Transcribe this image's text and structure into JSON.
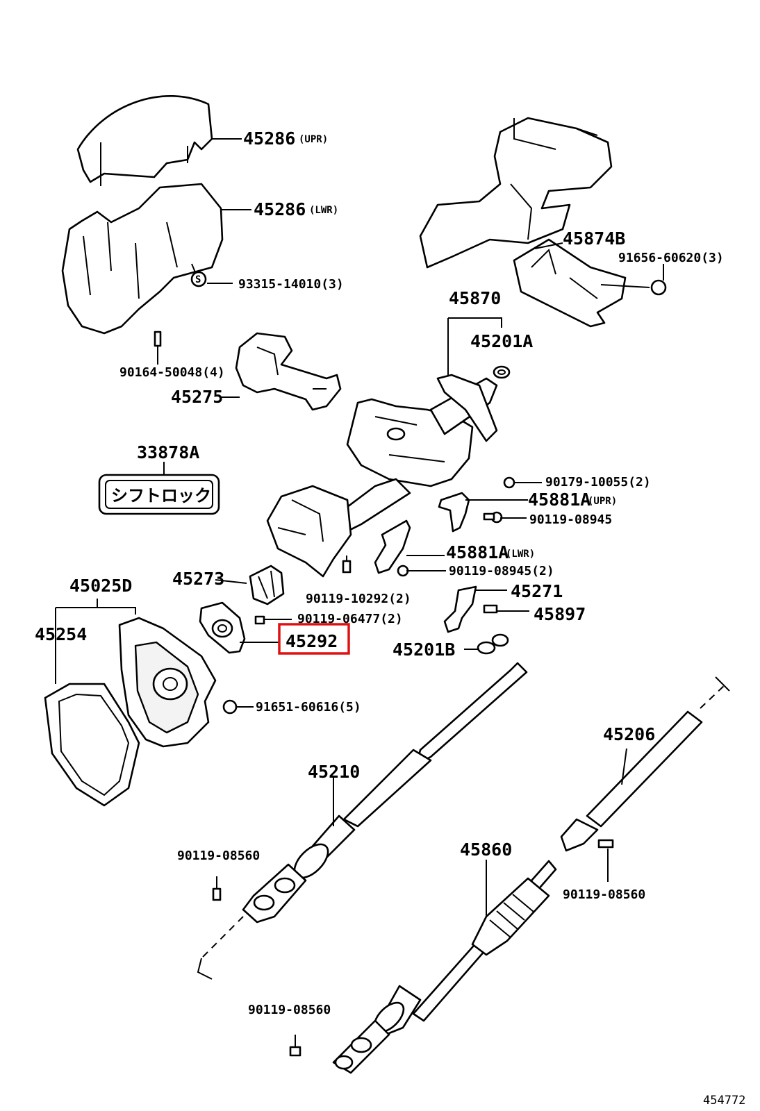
{
  "diagram": {
    "highlight_part": "45292",
    "highlight_color": "#e01010",
    "labels": {
      "p45286_upr": "45286",
      "p45286_upr_suffix": "(UPR)",
      "p45286_lwr": "45286",
      "p45286_lwr_suffix": "(LWR)",
      "p93315": "93315-14010(3)",
      "p90164": "90164-50048(4)",
      "p45275": "45275",
      "p33878A": "33878A",
      "shiftlock_plate": "シフトロック",
      "p45874B": "45874B",
      "p91656": "91656-60620(3)",
      "p45870": "45870",
      "p45201A": "45201A",
      "p90179": "90179-10055(2)",
      "p45881A_upr": "45881A",
      "p45881A_upr_suffix": "(UPR)",
      "p90119_08945": "90119-08945",
      "p45881A_lwr": "45881A",
      "p45881A_lwr_suffix": "(LWR)",
      "p90119_08945_2": "90119-08945(2)",
      "p45273": "45273",
      "p90119_10292": "90119-10292(2)",
      "p45271": "45271",
      "p90119_06477": "90119-06477(2)",
      "p45897": "45897",
      "p45292": "45292",
      "p45201B": "45201B",
      "p45025D": "45025D",
      "p45254": "45254",
      "p91651": "91651-60616(5)",
      "p45206": "45206",
      "p45210": "45210",
      "p45860": "45860",
      "p90119_08560_a": "90119-08560",
      "p90119_08560_b": "90119-08560",
      "p90119_08560_c": "90119-08560",
      "figure_id": "454772"
    }
  }
}
